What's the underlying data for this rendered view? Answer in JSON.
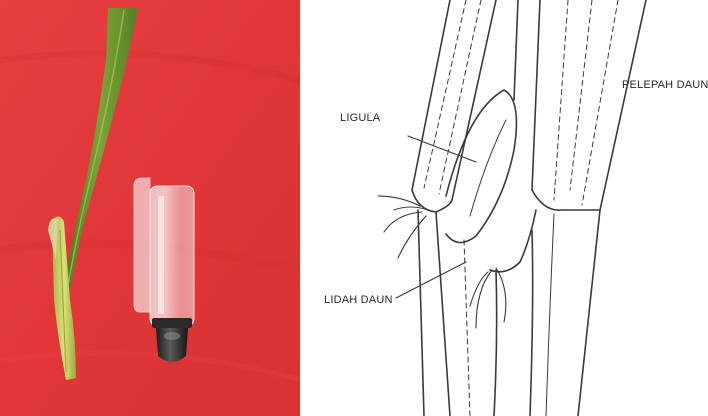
{
  "figure": {
    "labels": {
      "ligula": "LIGULA",
      "lidah_daun": "LIDAH DAUN",
      "pelepah_daun": "PELEPAH DAUN"
    }
  },
  "colors": {
    "background_red": "#e23a3e",
    "leaf_green": "#6f9a2e",
    "sheath_yellow": "#cbd35a",
    "line_ink": "#3a3a3a"
  }
}
